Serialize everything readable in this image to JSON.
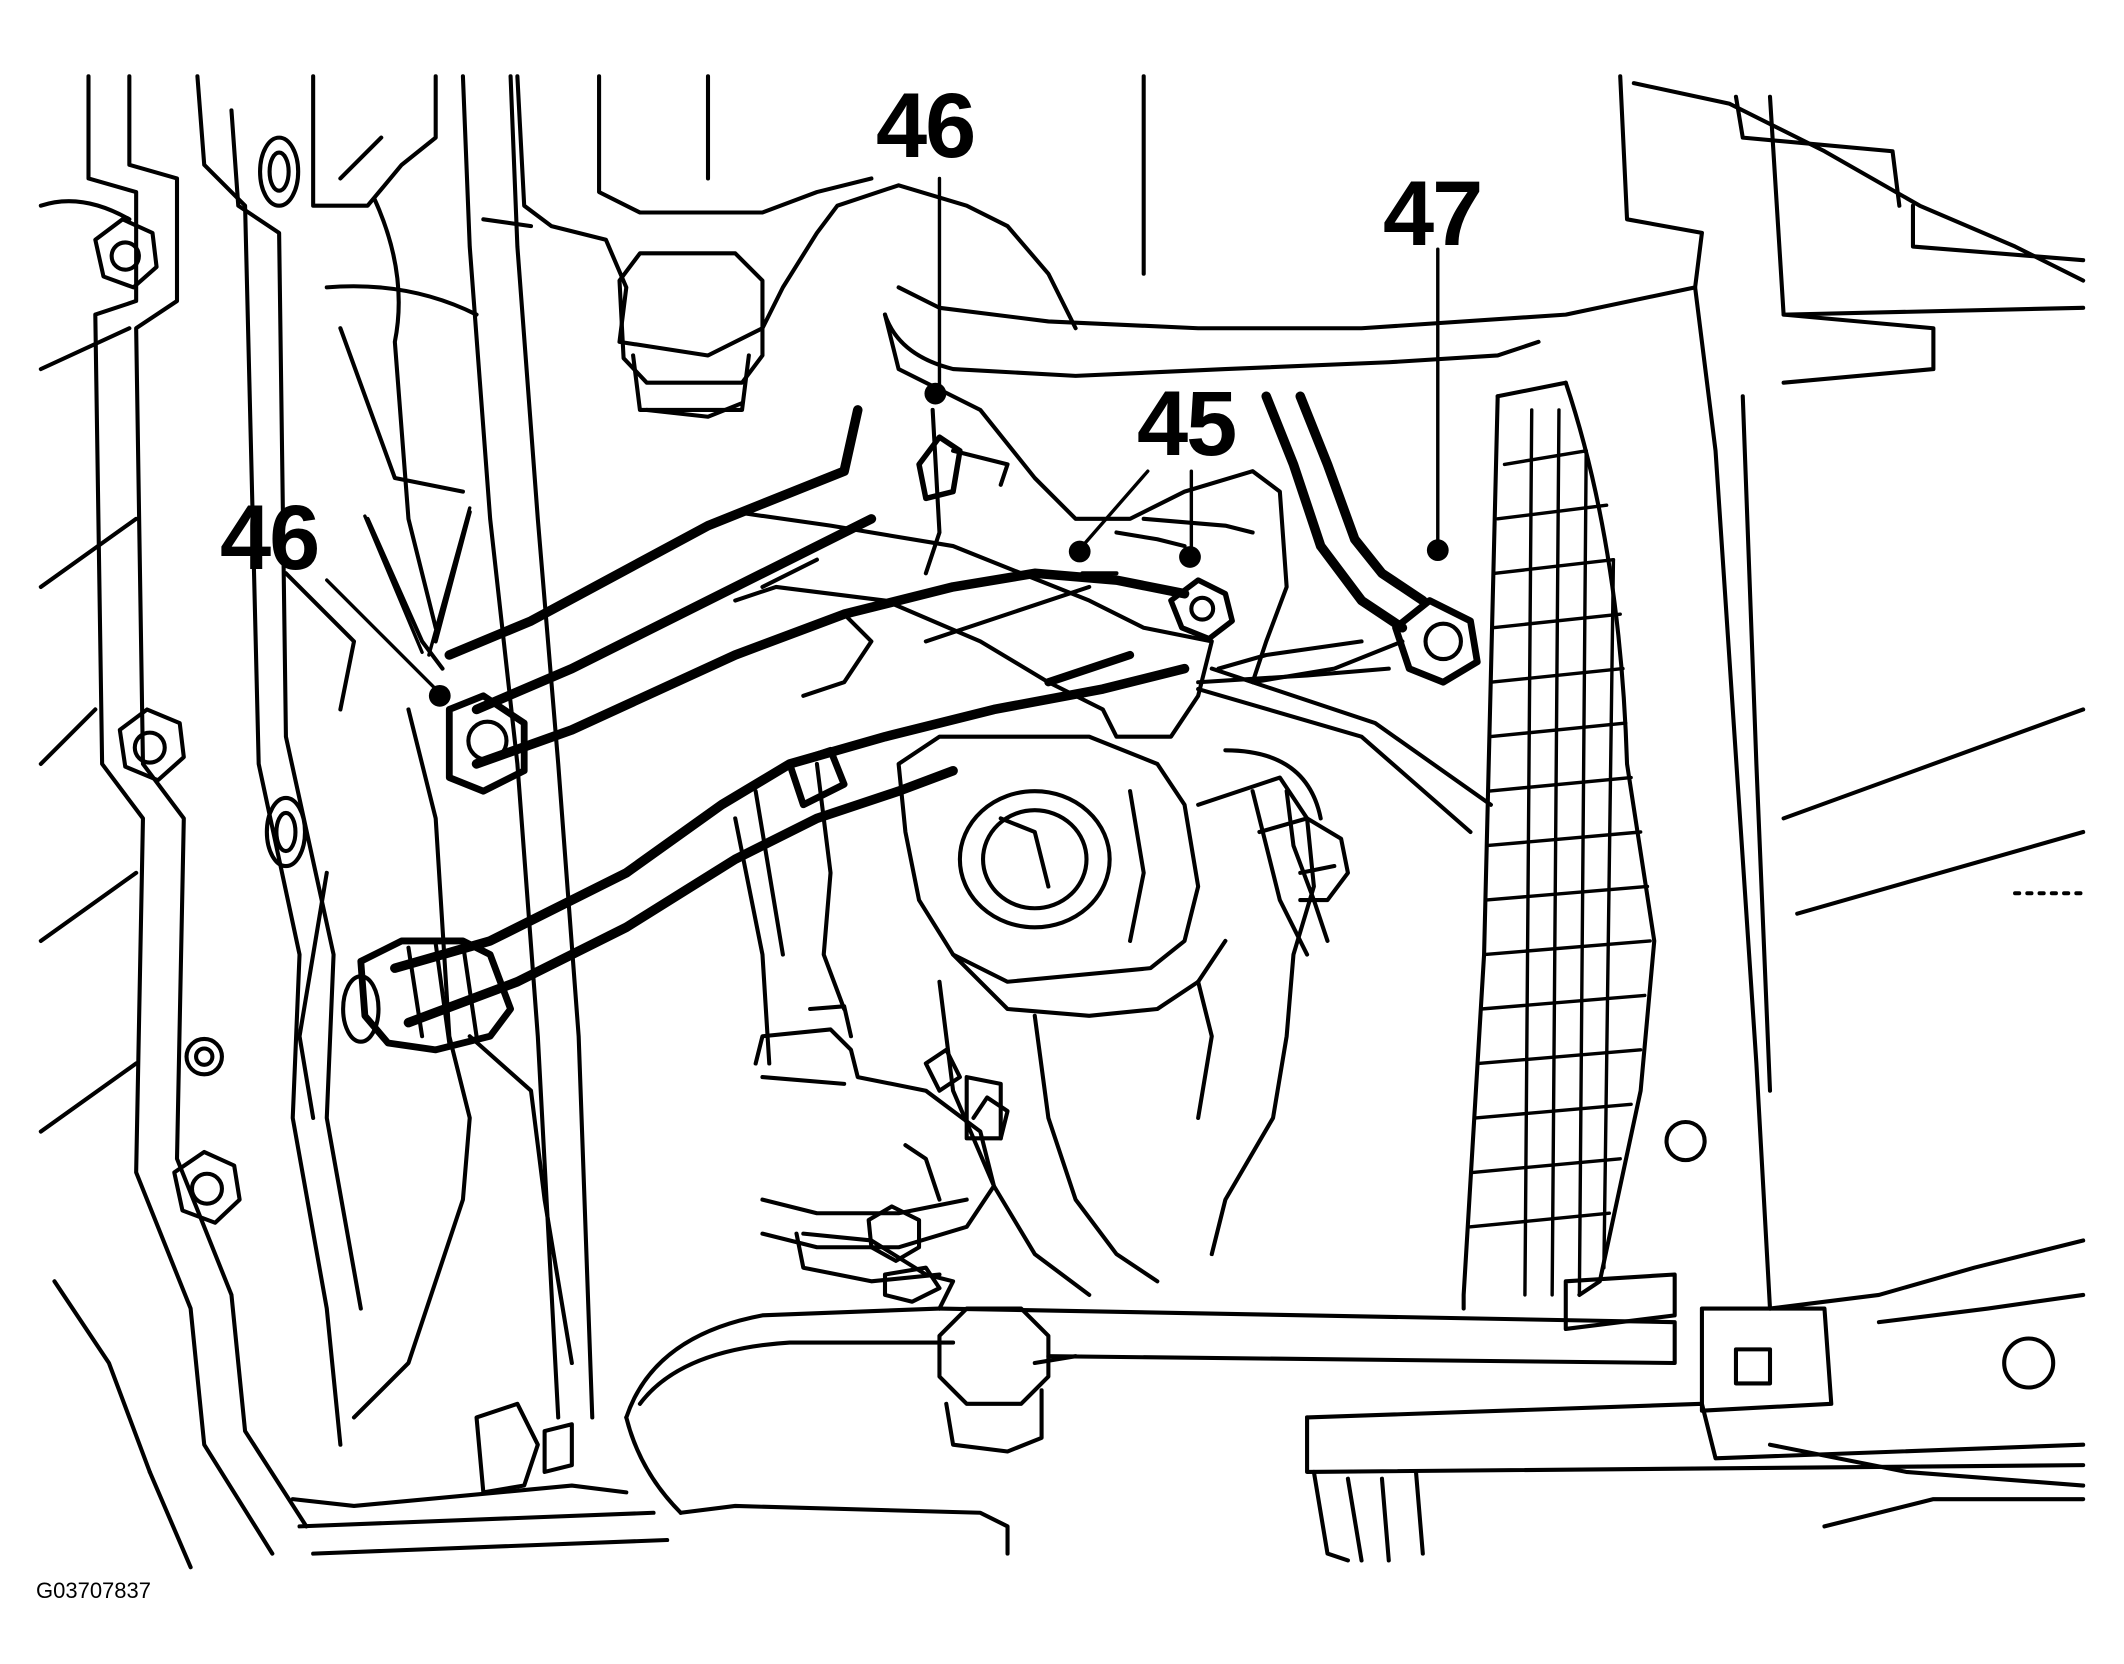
{
  "callouts": {
    "top_46": "46",
    "left_46": "46",
    "mid_45": "45",
    "right_47": "47"
  },
  "figure_id": "G03707837",
  "colors": {
    "ink": "#000000",
    "paper": "#ffffff"
  }
}
